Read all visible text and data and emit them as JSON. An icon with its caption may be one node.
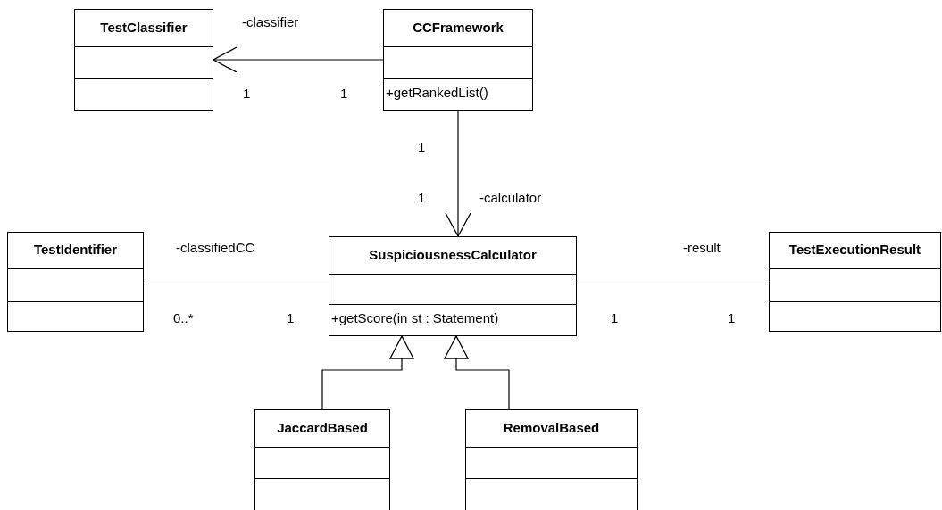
{
  "diagram": {
    "nodes": [
      {
        "text": [
          "TestClassifier"
        ]
      },
      {
        "text": [
          "CCFramework",
          "+getRankedList()"
        ]
      },
      {
        "text": [
          "TestIdentifier"
        ]
      },
      {
        "text": [
          "SuspiciousnessCalculator",
          "+getScore(in st : Statement)"
        ]
      },
      {
        "text": [
          "TestExecutionResult"
        ]
      },
      {
        "text": [
          "JaccardBased"
        ]
      },
      {
        "text": [
          "RemovalBased"
        ]
      }
    ],
    "edges": [
      {
        "from": 1,
        "to": 0,
        "arrow": "to",
        "label": "-classifier"
      },
      {
        "from": 1,
        "to": 3,
        "arrow": "to",
        "label": "-calculator"
      },
      {
        "from": 3,
        "to": 2,
        "arrow": "none",
        "label": "-classifiedCC"
      },
      {
        "from": 3,
        "to": 4,
        "arrow": "none",
        "label": "-result"
      },
      {
        "from": 5,
        "to": 3,
        "arrow": "to"
      },
      {
        "from": 6,
        "to": 3,
        "arrow": "to"
      }
    ],
    "labels": [
      "1",
      "1",
      "1",
      "1",
      "0..*",
      "1",
      "1",
      "1"
    ]
  }
}
